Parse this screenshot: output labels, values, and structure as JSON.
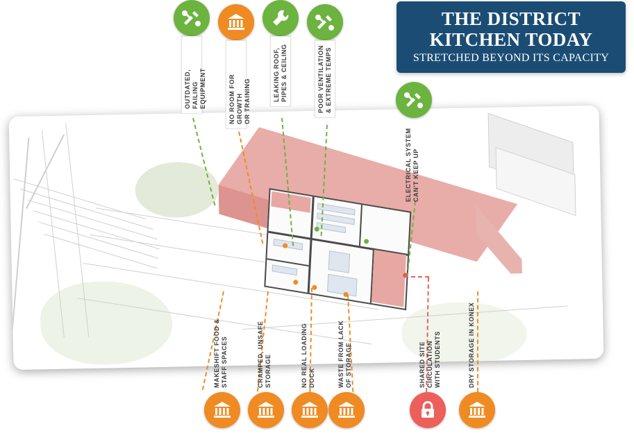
{
  "title": {
    "line1": "THE DISTRICT",
    "line2": "KITCHEN TODAY",
    "subtitle": "STRETCHED BEYOND ITS CAPACITY",
    "panel_color": "#1b4d74"
  },
  "colors": {
    "green": "#6cb33f",
    "orange": "#ef8b22",
    "red": "#ec5f5a",
    "building_pink": "#e7a8a4",
    "navy": "#1b4d74"
  },
  "callouts_top": [
    {
      "id": "outdated-equipment",
      "icon": "tools-icon",
      "color": "green",
      "label": "OUTDATED, FAILING\nEQUIPMENT"
    },
    {
      "id": "no-room-for-growth",
      "icon": "building-icon",
      "color": "orange",
      "label": "NO ROOM FOR GROWTH\nOR TRAINING"
    },
    {
      "id": "leaking-roof",
      "icon": "wrench-icon",
      "color": "green",
      "label": "LEAKING ROOF,\nPIPES & CEILING"
    },
    {
      "id": "poor-ventilation",
      "icon": "tools-icon",
      "color": "green",
      "label": "POOR VENTILATION\n& EXTREME TEMPS"
    },
    {
      "id": "electrical-system",
      "icon": "tools-icon",
      "color": "green",
      "label": "ELECTRICAL SYSTEM\nCAN'T KEEP UP"
    }
  ],
  "callouts_bottom": [
    {
      "id": "makeshift-food-staff-spaces",
      "icon": "building-icon",
      "color": "orange",
      "label": "MAKESHIFT FOOD &\nSTAFF SPACES"
    },
    {
      "id": "cramped-unsafe-storage",
      "icon": "building-icon",
      "color": "orange",
      "label": "CRAMPED, UNSAFE\nSTORAGE"
    },
    {
      "id": "no-real-loading-dock",
      "icon": "building-icon",
      "color": "orange",
      "label": "NO REAL LOADING\nDOCK"
    },
    {
      "id": "waste-from-lack-of-storage",
      "icon": "building-icon",
      "color": "orange",
      "label": "WASTE FROM LACK\nOF STORAGE"
    },
    {
      "id": "shared-site-circulation",
      "icon": "lock-icon",
      "color": "red",
      "label": "SHARED SITE CIRCULATION\nWITH STUDENTS"
    },
    {
      "id": "dry-storage-in-konex",
      "icon": "building-icon",
      "color": "orange",
      "label": "DRY STORAGE IN KONEX"
    }
  ],
  "site_plan": {
    "name": "aerial-site-plan",
    "description": "Isometric aerial site plan with pink extruded building volume and kitchen floor plan inset"
  }
}
